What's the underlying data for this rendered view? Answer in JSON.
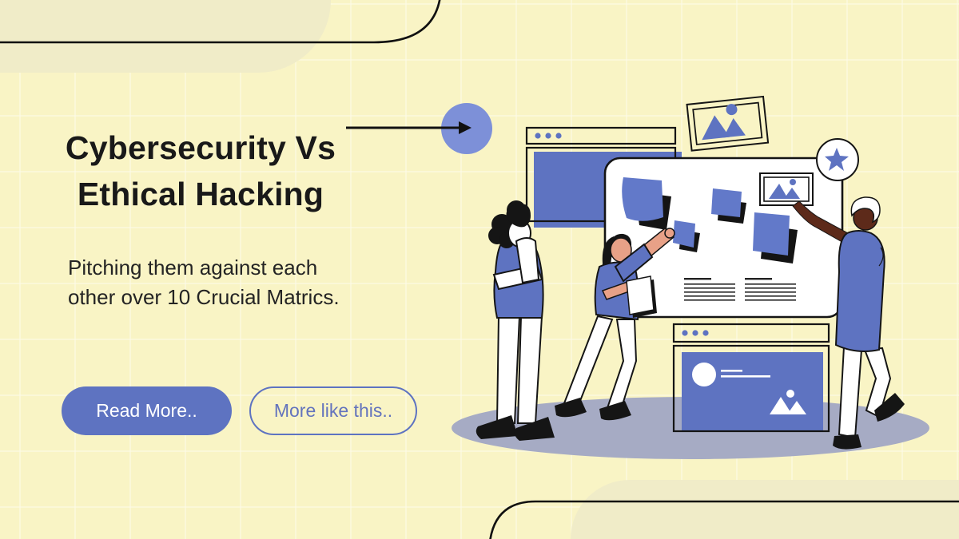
{
  "header": {
    "title_line1": "Cybersecurity Vs",
    "title_line2": "Ethical Hacking",
    "arrow_icon": "right-arrow",
    "accent_circle_icon": "blue-circle"
  },
  "subtitle": {
    "line1": "Pitching them against each",
    "line2": "other over 10 Crucial Matrics."
  },
  "buttons": {
    "read_more_label": "Read More..",
    "more_like_this_label": "More like this.."
  },
  "colors": {
    "background": "#f9f4c5",
    "corner_tint": "#f0ecc8",
    "accent_blue": "#5e73c1",
    "sticky_note_blue": "#6279c9",
    "circle_blue": "#7d90d8",
    "ground_shadow": "#a6abc4",
    "ink": "#161616",
    "skin_tan": "#e8a187",
    "skin_dark": "#5d2a1a",
    "text": "#191919"
  },
  "illustration": {
    "elements": [
      "browser-window-icon",
      "picture-frame-icon",
      "whiteboard-icon",
      "sticky-note-icon",
      "star-badge-icon",
      "profile-card-window-icon",
      "person-thinking",
      "person-posting-note",
      "person-pointing",
      "ground-shadow"
    ]
  }
}
